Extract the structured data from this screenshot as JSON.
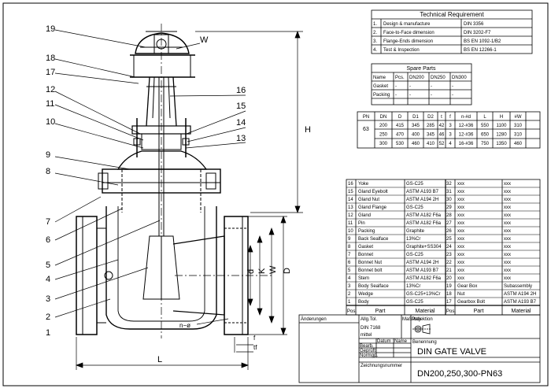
{
  "drawing": {
    "callouts": [
      "19",
      "18",
      "17",
      "12",
      "11",
      "10",
      "9",
      "8",
      "7",
      "6",
      "5",
      "4",
      "3",
      "2",
      "1",
      "16",
      "15",
      "14",
      "13"
    ],
    "label_w": "W",
    "dims": {
      "H": "H",
      "D": "D",
      "W": "W",
      "K": "K",
      "d": "d",
      "L": "L",
      "f": "f",
      "tf": "tf",
      "n_phi": "n−ø"
    }
  },
  "tech": {
    "title": "Technical Requirement",
    "rows": [
      {
        "no": "1.",
        "item": "Design & manufacture",
        "std": "DIN 3356"
      },
      {
        "no": "2.",
        "item": "Face-to-Face dimension",
        "std": "DIN 3202-F7"
      },
      {
        "no": "3.",
        "item": "Flange-Ends dimension",
        "std": "BS EN 1092-1/B2"
      },
      {
        "no": "4.",
        "item": "Test & Inspection",
        "std": "BS EN 12266-1"
      }
    ]
  },
  "spare": {
    "title": "Spare Parts",
    "headers": [
      "Name",
      "Pcs.",
      "DN200",
      "DN250",
      "DN300"
    ],
    "rows": [
      [
        "Gasket",
        "-",
        "-",
        "-",
        "-"
      ],
      [
        "Packing",
        "-",
        "-",
        "-",
        "-"
      ],
      [
        "",
        "",
        "",
        "",
        ""
      ]
    ]
  },
  "dims_table": {
    "headers": [
      "PN",
      "DN",
      "D",
      "D1",
      "D2",
      "t",
      "f",
      "n-#d",
      "L",
      "H",
      "#W"
    ],
    "pn": "63",
    "rows": [
      [
        "200",
        "415",
        "345",
        "285",
        "42",
        "3",
        "12-#36",
        "550",
        "1100",
        "310"
      ],
      [
        "250",
        "470",
        "400",
        "345",
        "46",
        "3",
        "12-#36",
        "650",
        "1280",
        "310"
      ],
      [
        "300",
        "530",
        "460",
        "410",
        "52",
        "4",
        "16-#36",
        "750",
        "1350",
        "460"
      ]
    ]
  },
  "parts_left": [
    [
      "16",
      "Yoke",
      "GS-C25"
    ],
    [
      "15",
      "Gland Eyebolt",
      "ASTM A193 B7"
    ],
    [
      "14",
      "Gland Nut",
      "ASTM A194 2H"
    ],
    [
      "13",
      "Gland Flange",
      "GS-C25"
    ],
    [
      "12",
      "Gland",
      "ASTM A182 F6a"
    ],
    [
      "11",
      "Pin",
      "ASTM A182 F6a"
    ],
    [
      "10",
      "Packing",
      "Graphite"
    ],
    [
      "9",
      "Back Sealface",
      "13%Cr"
    ],
    [
      "8",
      "Gasket",
      "Graphite+SS304"
    ],
    [
      "7",
      "Bonnet",
      "GS-C25"
    ],
    [
      "6",
      "Bonnet Nut",
      "ASTM A194 2H"
    ],
    [
      "5",
      "Bonnet bolt",
      "ASTM A193 B7"
    ],
    [
      "4",
      "Stem",
      "ASTM A182 F6a"
    ],
    [
      "3",
      "Body Sealface",
      "13%Cr"
    ],
    [
      "2",
      "Wedge",
      "GS-C25+13%Cr"
    ],
    [
      "1",
      "Body",
      "GS-C25"
    ]
  ],
  "parts_right": [
    [
      "32",
      "xxx",
      "xxx"
    ],
    [
      "31",
      "xxx",
      "xxx"
    ],
    [
      "30",
      "xxx",
      "xxx"
    ],
    [
      "29",
      "xxx",
      "xxx"
    ],
    [
      "28",
      "xxx",
      "xxx"
    ],
    [
      "27",
      "xxx",
      "xxx"
    ],
    [
      "26",
      "xxx",
      "xxx"
    ],
    [
      "25",
      "xxx",
      "xxx"
    ],
    [
      "24",
      "xxx",
      "xxx"
    ],
    [
      "23",
      "xxx",
      "xxx"
    ],
    [
      "22",
      "xxx",
      "xxx"
    ],
    [
      "21",
      "xxx",
      "xxx"
    ],
    [
      "20",
      "xxx",
      "xxx"
    ],
    [
      "19",
      "Gear Box",
      "Subassembly"
    ],
    [
      "18",
      "Nut",
      "ASTM A194 2H"
    ],
    [
      "17",
      "Gearbox Bolt",
      "ASTM A193 B7"
    ]
  ],
  "parts_header": {
    "pos": "Pos.",
    "part": "Part",
    "material": "Material"
  },
  "title_block": {
    "aenderungen": "Änderungen",
    "allg_tol": "Allg.Tol.",
    "din": "DIN 7168",
    "mittel": "mittel",
    "massstab": "Maßstab",
    "projektion": "Projektion",
    "datum": "Datum",
    "name": "Name",
    "benennung": "Benennung",
    "bearb": "Bearb.",
    "geprueft": "Geprüft",
    "normgp": "Normgp.",
    "title": "DIN GATE VALVE",
    "zeichnungsnummer": "Zeichnungsnummer",
    "drawing_no": "DN200,250,300-PN63"
  }
}
